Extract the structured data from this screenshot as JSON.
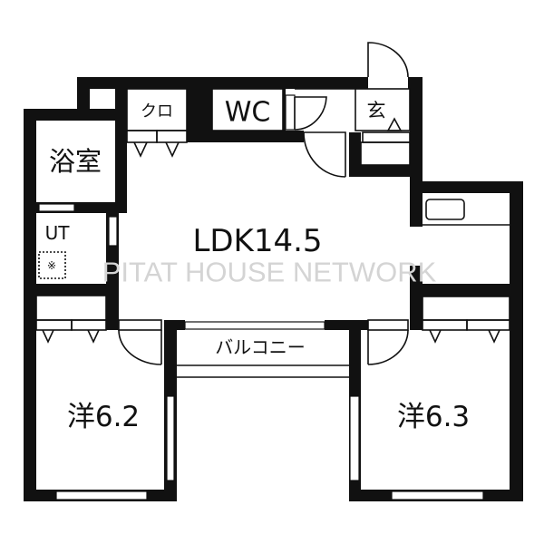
{
  "floor_plan": {
    "watermark": "PITAT HOUSE NETWORK",
    "rooms": {
      "bath": "浴室",
      "utility": "UT",
      "closet": "クロ",
      "toilet": "WC",
      "entrance": "玄",
      "ldk": "LDK14.5",
      "balcony": "バルコニー",
      "western_room_1": "洋6.2",
      "western_room_2": "洋6.3"
    },
    "colors": {
      "wall": "#111111",
      "watermark": "#d4d4d4"
    }
  }
}
